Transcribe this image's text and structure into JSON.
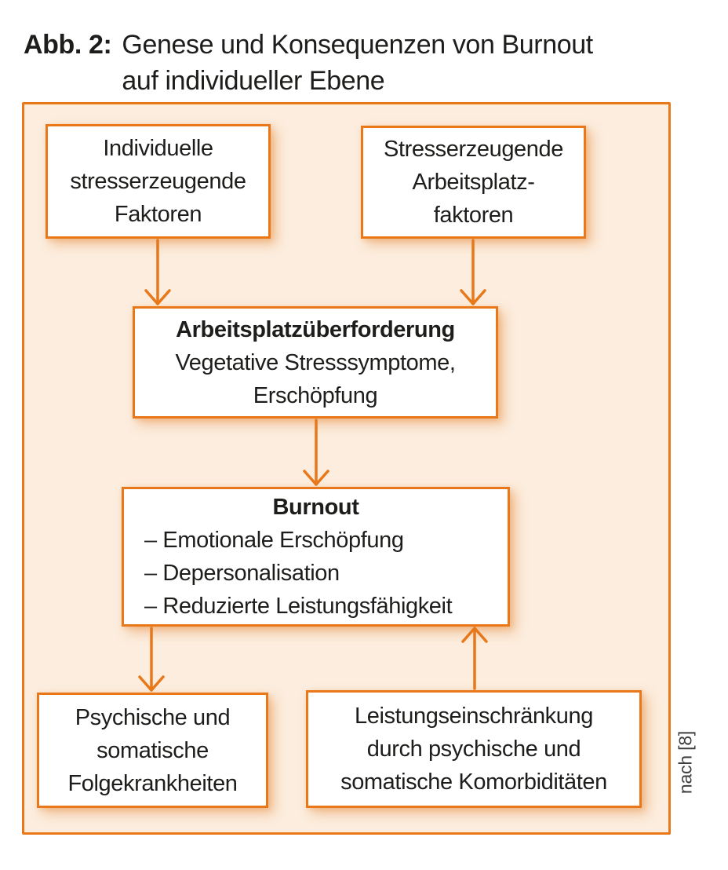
{
  "caption": {
    "label": "Abb. 2:",
    "line1": "Genese und Konsequenzen von Burnout",
    "line2": "auf individueller Ebene"
  },
  "source": "nach [8]",
  "colors": {
    "accent_orange": "#e87819",
    "panel_background": "#fcedde",
    "node_background": "#ffffff",
    "text": "#1d1d1b"
  },
  "diagram": {
    "boxes": {
      "individual_factors": {
        "lines": [
          "Individuelle",
          "stresserzeugende",
          "Faktoren"
        ]
      },
      "workplace_factors": {
        "lines": [
          "Stresserzeugende",
          "Arbeitsplatz-",
          "faktoren"
        ]
      },
      "overload": {
        "title": "Arbeitsplatzüberforderung",
        "lines": [
          "Vegetative Stresssymptome,",
          "Erschöpfung"
        ]
      },
      "burnout": {
        "title": "Burnout",
        "items": [
          "– Emotionale Erschöpfung",
          "– Depersonalisation",
          "– Reduzierte Leistungsfähigkeit"
        ]
      },
      "consequences": {
        "lines": [
          "Psychische und",
          "somatische",
          "Folgekrankheiten"
        ]
      },
      "impairment": {
        "lines": [
          "Leistungseinschränkung",
          "durch psychische und",
          "somatische Komorbiditäten"
        ]
      }
    },
    "edges": [
      {
        "from": "individual_factors",
        "to": "overload"
      },
      {
        "from": "workplace_factors",
        "to": "overload"
      },
      {
        "from": "overload",
        "to": "burnout"
      },
      {
        "from": "burnout",
        "to": "consequences"
      },
      {
        "from": "impairment",
        "to": "burnout"
      }
    ]
  }
}
